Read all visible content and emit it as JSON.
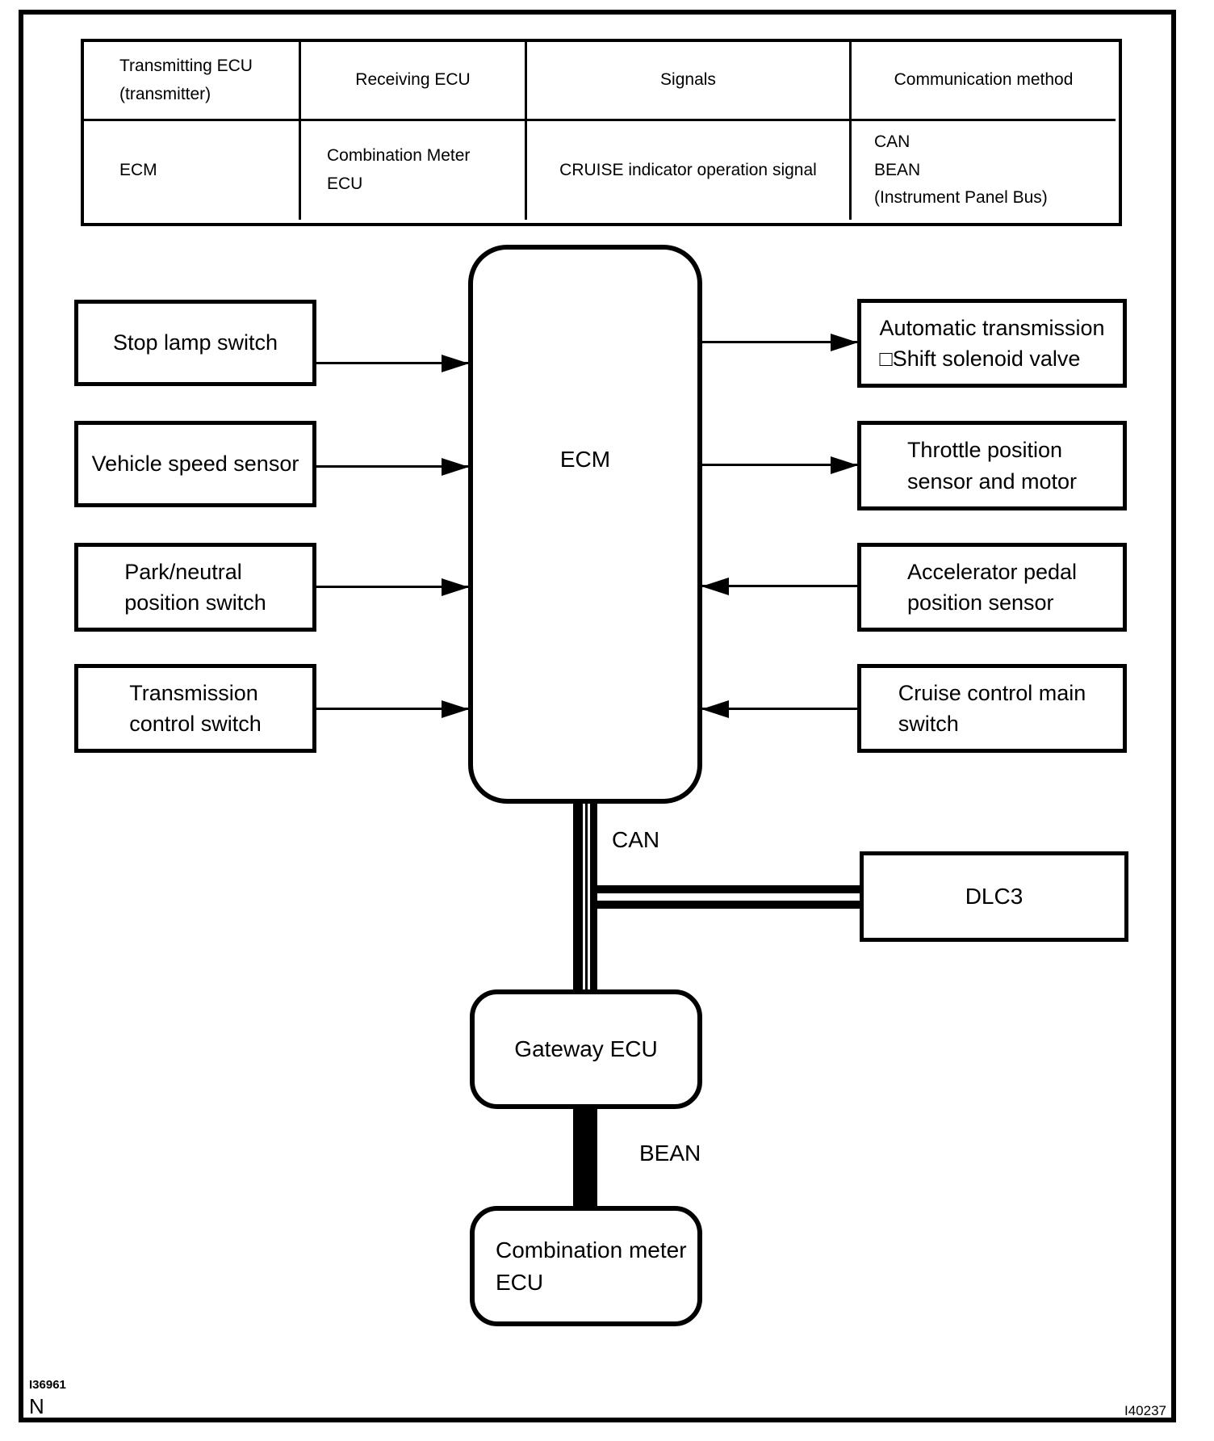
{
  "table": {
    "headers": {
      "transmitting": "Transmitting ECU\n(transmitter)",
      "receiving": "Receiving ECU",
      "signals": "Signals",
      "method": "Communication method"
    },
    "row": {
      "transmitting": "ECM",
      "receiving": "Combination  Meter\nECU",
      "signals": "CRUISE indicator operation signal",
      "method": "CAN\nBEAN\n(Instrument Panel Bus)"
    }
  },
  "diagram": {
    "ecm": "ECM",
    "left_boxes": [
      "Stop lamp switch",
      "Vehicle speed sensor",
      "Park/neutral\nposition switch",
      "Transmission\ncontrol switch"
    ],
    "right_boxes": [
      "Automatic transmission\n□Shift solenoid valve",
      "Throttle position\nsensor and motor",
      "Accelerator pedal\nposition sensor",
      "Cruise control main\nswitch"
    ],
    "dlc3": "DLC3",
    "gateway": "Gateway ECU",
    "combination_meter": "Combination meter\nECU",
    "bus_labels": {
      "can": "CAN",
      "bean": "BEAN"
    }
  },
  "footer": {
    "figure_code_left": "I36961",
    "note_left": "N",
    "figure_code_right": "I40237"
  }
}
